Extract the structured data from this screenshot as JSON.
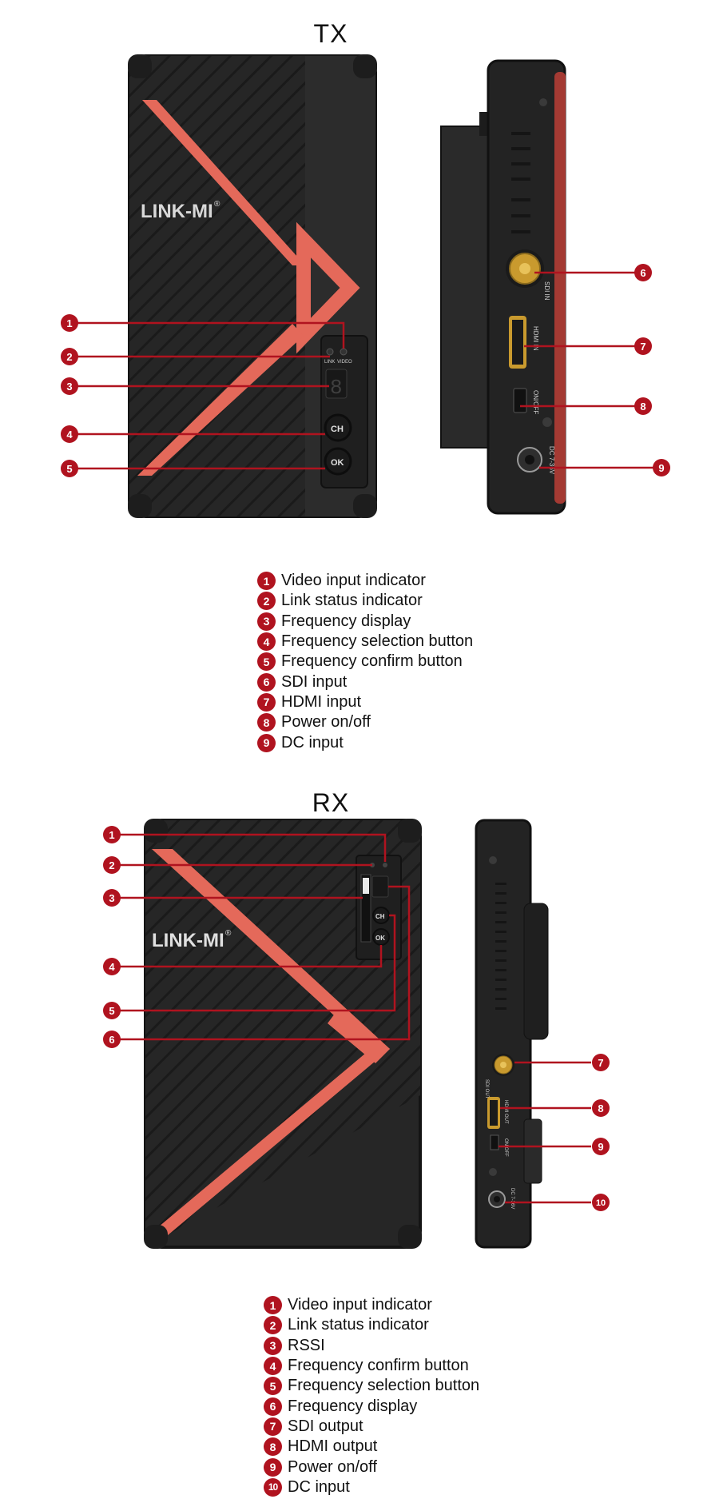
{
  "brand": {
    "logo": "LINK-MI",
    "registered": "®"
  },
  "colors": {
    "badge": "#b0131f",
    "stripe": "#e4695a",
    "device_body": "#262626",
    "device_edge": "#161616",
    "connector_gold": "#c99a2e"
  },
  "tx": {
    "title": "TX",
    "panel": {
      "link": "LINK",
      "video": "VIDEO",
      "ch": "CH",
      "ok": "OK"
    },
    "side_labels": {
      "sdi": "SDI IN",
      "hdmi": "HDMI IN",
      "power": "ON/OFF",
      "dc": "DC 7-36V"
    },
    "legend": [
      {
        "num": "1",
        "label": "Video input indicator"
      },
      {
        "num": "2",
        "label": "Link status indicator"
      },
      {
        "num": "3",
        "label": "Frequency display"
      },
      {
        "num": "4",
        "label": "Frequency selection button"
      },
      {
        "num": "5",
        "label": "Frequency confirm button"
      },
      {
        "num": "6",
        "label": "SDI input"
      },
      {
        "num": "7",
        "label": "HDMI input"
      },
      {
        "num": "8",
        "label": "Power on/off"
      },
      {
        "num": "9",
        "label": "DC input"
      }
    ]
  },
  "rx": {
    "title": "RX",
    "panel": {
      "ch": "CH",
      "ok": "OK"
    },
    "side_labels": {
      "sdi": "SDI OUT",
      "hdmi": "HDMI OUT",
      "power": "ON/OFF",
      "dc": "DC 7-36V"
    },
    "legend": [
      {
        "num": "1",
        "label": "Video input indicator"
      },
      {
        "num": "2",
        "label": "Link status indicator"
      },
      {
        "num": "3",
        "label": "RSSI"
      },
      {
        "num": "4",
        "label": "Frequency confirm button"
      },
      {
        "num": "5",
        "label": "Frequency selection button"
      },
      {
        "num": "6",
        "label": "Frequency display"
      },
      {
        "num": "7",
        "label": "SDI output"
      },
      {
        "num": "8",
        "label": "HDMI output"
      },
      {
        "num": "9",
        "label": "Power on/off"
      },
      {
        "num": "10",
        "label": "DC input"
      }
    ]
  }
}
